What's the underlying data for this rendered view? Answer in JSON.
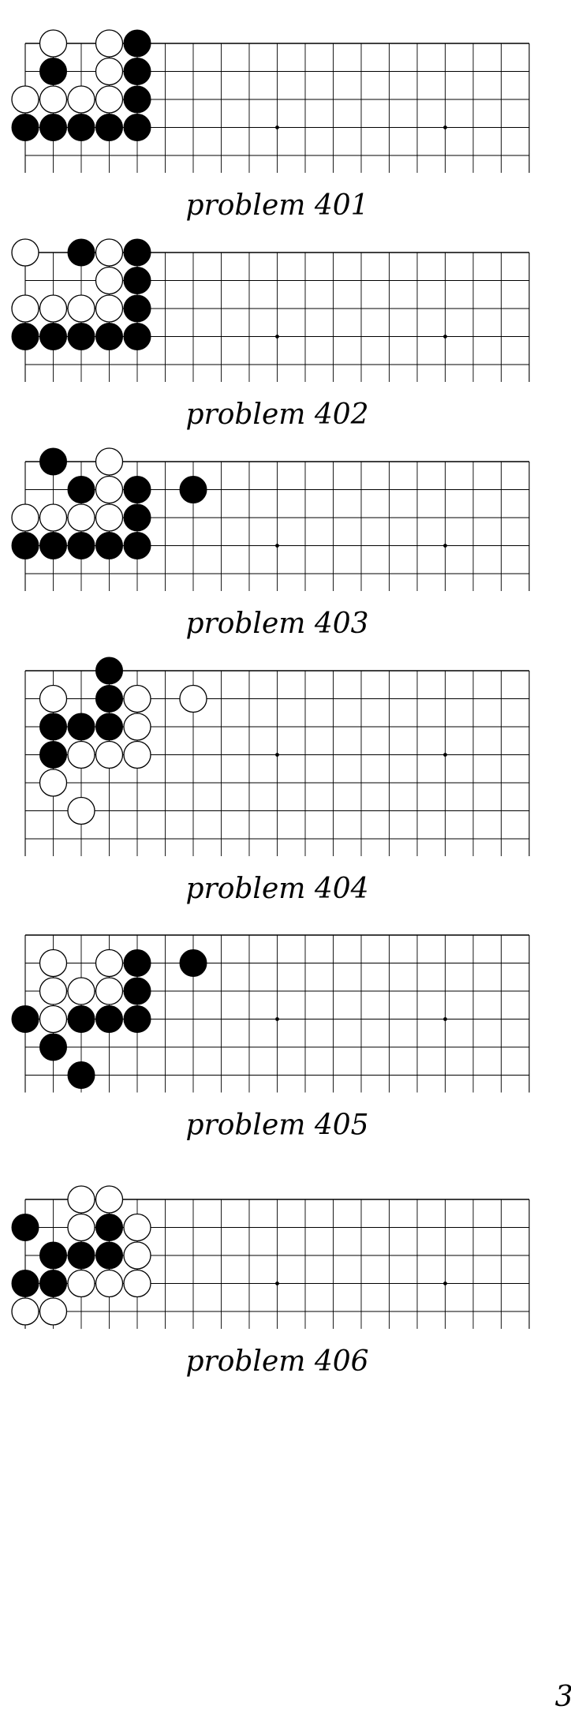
{
  "page": {
    "page_number": "3."
  },
  "problems": [
    {
      "caption": "problem 401",
      "visible_rows": 5,
      "black": [
        [
          4,
          0
        ],
        [
          1,
          1
        ],
        [
          4,
          1
        ],
        [
          4,
          2
        ],
        [
          0,
          3
        ],
        [
          1,
          3
        ],
        [
          2,
          3
        ],
        [
          3,
          3
        ],
        [
          4,
          3
        ]
      ],
      "white": [
        [
          1,
          0
        ],
        [
          3,
          0
        ],
        [
          3,
          1
        ],
        [
          3,
          2
        ],
        [
          0,
          2
        ],
        [
          1,
          2
        ],
        [
          2,
          2
        ]
      ]
    },
    {
      "caption": "problem 402",
      "visible_rows": 5,
      "black": [
        [
          2,
          0
        ],
        [
          4,
          0
        ],
        [
          4,
          1
        ],
        [
          4,
          2
        ],
        [
          0,
          3
        ],
        [
          1,
          3
        ],
        [
          2,
          3
        ],
        [
          3,
          3
        ],
        [
          4,
          3
        ]
      ],
      "white": [
        [
          0,
          0
        ],
        [
          3,
          0
        ],
        [
          3,
          1
        ],
        [
          0,
          2
        ],
        [
          1,
          2
        ],
        [
          2,
          2
        ],
        [
          3,
          2
        ]
      ]
    },
    {
      "caption": "problem 403",
      "visible_rows": 5,
      "black": [
        [
          1,
          0
        ],
        [
          2,
          1
        ],
        [
          4,
          1
        ],
        [
          6,
          1
        ],
        [
          4,
          2
        ],
        [
          0,
          3
        ],
        [
          1,
          3
        ],
        [
          2,
          3
        ],
        [
          3,
          3
        ],
        [
          4,
          3
        ]
      ],
      "white": [
        [
          3,
          0
        ],
        [
          3,
          1
        ],
        [
          0,
          2
        ],
        [
          1,
          2
        ],
        [
          2,
          2
        ],
        [
          3,
          2
        ]
      ]
    },
    {
      "caption": "problem 404",
      "visible_rows": 7,
      "black": [
        [
          3,
          0
        ],
        [
          3,
          1
        ],
        [
          1,
          2
        ],
        [
          2,
          2
        ],
        [
          3,
          2
        ],
        [
          1,
          3
        ]
      ],
      "white": [
        [
          1,
          1
        ],
        [
          4,
          1
        ],
        [
          6,
          1
        ],
        [
          4,
          2
        ],
        [
          2,
          3
        ],
        [
          3,
          3
        ],
        [
          4,
          3
        ],
        [
          1,
          4
        ],
        [
          2,
          5
        ]
      ]
    },
    {
      "caption": "problem 405",
      "visible_rows": 6,
      "black": [
        [
          4,
          1
        ],
        [
          6,
          1
        ],
        [
          4,
          2
        ],
        [
          0,
          3
        ],
        [
          2,
          3
        ],
        [
          3,
          3
        ],
        [
          4,
          3
        ],
        [
          1,
          4
        ],
        [
          2,
          5
        ]
      ],
      "white": [
        [
          1,
          1
        ],
        [
          3,
          1
        ],
        [
          1,
          2
        ],
        [
          2,
          2
        ],
        [
          3,
          2
        ],
        [
          1,
          3
        ]
      ]
    },
    {
      "caption": "problem 406",
      "visible_rows": 5,
      "black": [
        [
          0,
          1
        ],
        [
          3,
          1
        ],
        [
          1,
          2
        ],
        [
          2,
          2
        ],
        [
          3,
          2
        ],
        [
          0,
          3
        ],
        [
          1,
          3
        ]
      ],
      "white": [
        [
          2,
          0
        ],
        [
          3,
          0
        ],
        [
          2,
          1
        ],
        [
          4,
          1
        ],
        [
          4,
          2
        ],
        [
          2,
          3
        ],
        [
          3,
          3
        ],
        [
          4,
          3
        ],
        [
          0,
          4
        ],
        [
          1,
          4
        ]
      ]
    }
  ]
}
